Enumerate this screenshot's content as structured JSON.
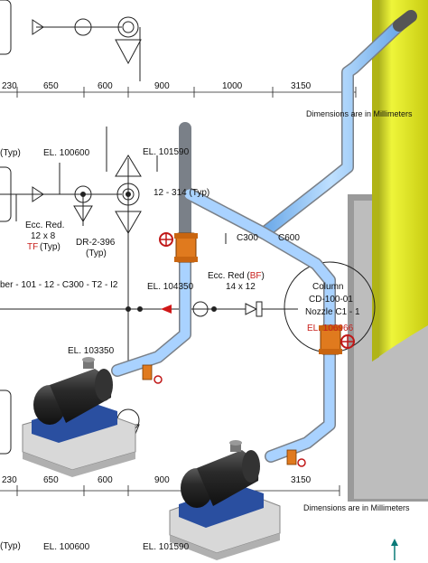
{
  "dimensions_top": [
    "230",
    "650",
    "600",
    "900",
    "1000",
    "3150"
  ],
  "dimensions_bottom": [
    "230",
    "650",
    "600",
    "900",
    "3150"
  ],
  "dimensions_note_top": "Dimensions are in Millimeters",
  "dimensions_note_bottom": "Dimensions are in Millimeters",
  "typ_label_top": "(Typ)",
  "typ_label_bottom": "(Typ)",
  "elevation_100600": "EL. 100600",
  "elevation_101590": "EL. 101590",
  "elevation_100600_bottom": "EL. 100600",
  "elevation_101590_bottom": "EL. 101590",
  "elevation_104": "EL. 104350",
  "elevation_103350": "EL. 103350",
  "elevation_nozzle": "EL. 106966",
  "ecc_red_left": {
    "line1": "Ecc. Red.",
    "line2": "12 x 8",
    "line3": "TF",
    "line4": "(Typ)"
  },
  "ecc_red_right": {
    "line1": "Ecc. Red (",
    "bf": "BF",
    "close": ")",
    "line2": "14 x 12"
  },
  "drain_label": {
    "line1": "DR-2-396",
    "line2": "(Typ)"
  },
  "line_label_12": "12 - 314 (Typ)",
  "line_label_main": "ber - 101 - 12 - C300 - T2 - I2",
  "spec_c300": "C300",
  "spec_c600": "C600",
  "column_callout": {
    "line1": "Column",
    "line2": "CD-100-01",
    "line3": "Nozzle C1 - 1"
  }
}
